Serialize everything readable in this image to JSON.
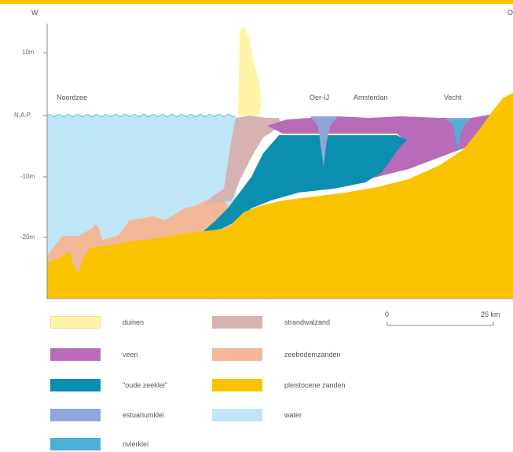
{
  "compass": {
    "west": "W",
    "east": "O"
  },
  "y_ticks": [
    "10m",
    "N.A.P.",
    "-10m",
    "-20m"
  ],
  "places": {
    "noordzee": "Noordzee",
    "oer_ij": "Oer-IJ",
    "amsterdam": "Amsterdan",
    "vecht": "Vecht"
  },
  "scale": {
    "start": "0",
    "end": "25 km"
  },
  "legend": [
    {
      "key": "duinen",
      "label": "duinen",
      "color": "#fff5a8"
    },
    {
      "key": "strandwalzand",
      "label": "strandwalzand",
      "color": "#d6b3b0"
    },
    {
      "key": "veen",
      "label": "veen",
      "color": "#b86bb8"
    },
    {
      "key": "zeebodemzanden",
      "label": "zeebodemzanden",
      "color": "#f3b898"
    },
    {
      "key": "oude-zeeklei",
      "label": "\"oude zeeklei\"",
      "color": "#0a8fb0"
    },
    {
      "key": "pleistocene-zanden",
      "label": "pleistocene zanden",
      "color": "#f9c300"
    },
    {
      "key": "estuariumklei",
      "label": "estuariumklei",
      "color": "#8fa6dc"
    },
    {
      "key": "water",
      "label": "water",
      "color": "#bfe6f6"
    },
    {
      "key": "rivierklei",
      "label": "rivierklei",
      "color": "#4ab0d6"
    }
  ]
}
